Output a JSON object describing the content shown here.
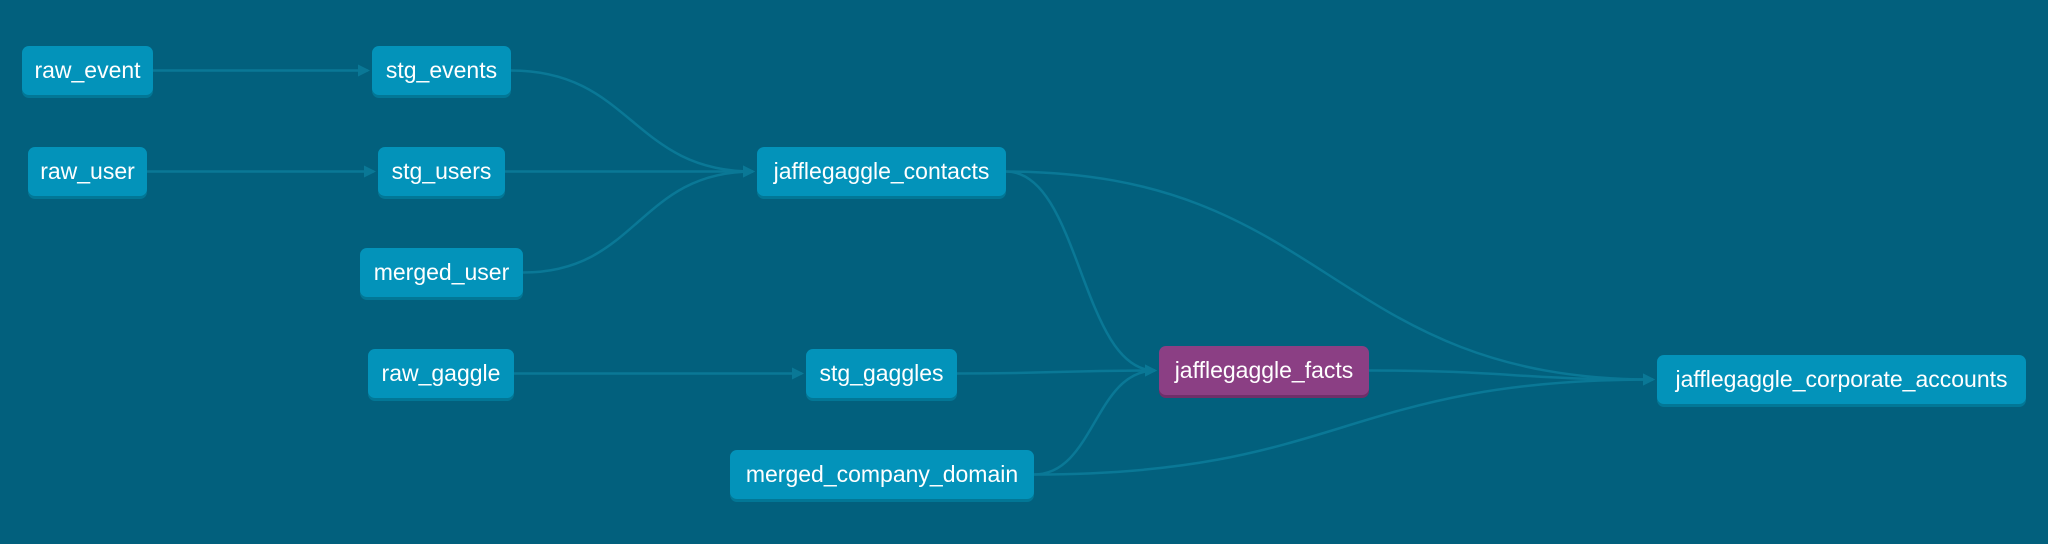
{
  "nodes": {
    "raw_event": "raw_event",
    "raw_user": "raw_user",
    "stg_events": "stg_events",
    "stg_users": "stg_users",
    "merged_user": "merged_user",
    "raw_gaggle": "raw_gaggle",
    "stg_gaggles": "stg_gaggles",
    "merged_company_domain": "merged_company_domain",
    "jafflegaggle_contacts": "jafflegaggle_contacts",
    "jafflegaggle_facts": "jafflegaggle_facts",
    "jafflegaggle_corporate_accounts": "jafflegaggle_corporate_accounts"
  },
  "edges": [
    [
      "raw_event",
      "stg_events"
    ],
    [
      "raw_user",
      "stg_users"
    ],
    [
      "stg_events",
      "jafflegaggle_contacts"
    ],
    [
      "stg_users",
      "jafflegaggle_contacts"
    ],
    [
      "merged_user",
      "jafflegaggle_contacts"
    ],
    [
      "raw_gaggle",
      "stg_gaggles"
    ],
    [
      "stg_gaggles",
      "jafflegaggle_facts"
    ],
    [
      "jafflegaggle_contacts",
      "jafflegaggle_facts"
    ],
    [
      "merged_company_domain",
      "jafflegaggle_facts"
    ],
    [
      "jafflegaggle_contacts",
      "jafflegaggle_corporate_accounts"
    ],
    [
      "jafflegaggle_facts",
      "jafflegaggle_corporate_accounts"
    ],
    [
      "merged_company_domain",
      "jafflegaggle_corporate_accounts"
    ]
  ],
  "highlighted": "jafflegaggle_facts",
  "colors": {
    "background": "#02607d",
    "node": "#0393ba",
    "highlight": "#8b3f84",
    "edge": "#0a7896"
  }
}
